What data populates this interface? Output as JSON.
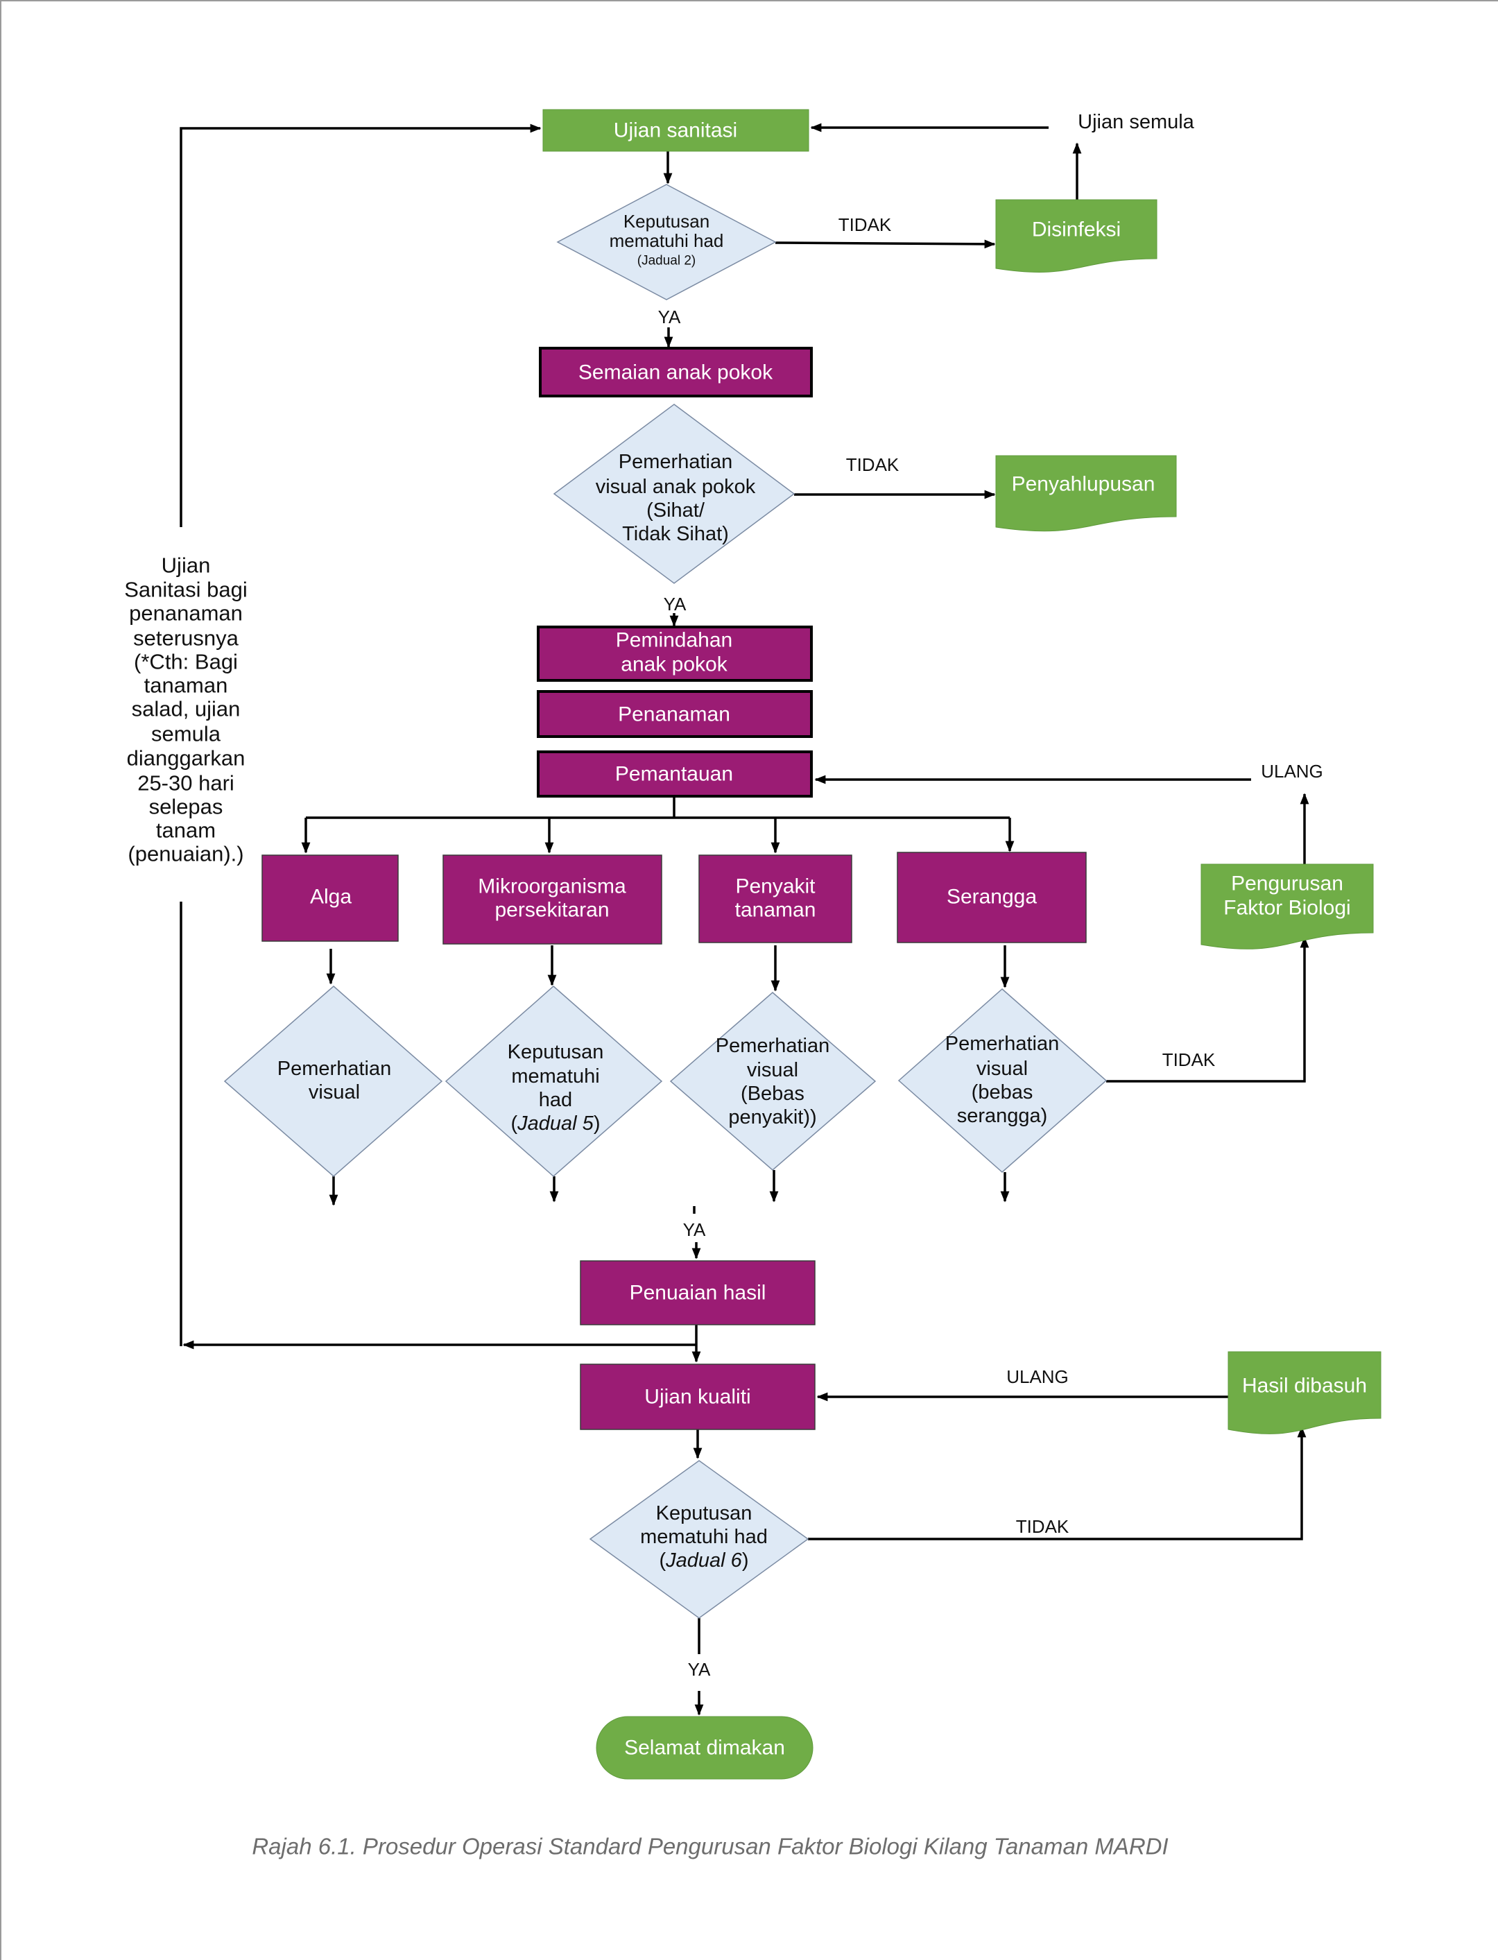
{
  "colors": {
    "green": "#70ad47",
    "purple": "#9b1c74",
    "diamond_fill": "#dee9f5",
    "diamond_stroke": "#7b8ba3",
    "line": "#000000",
    "caption": "#6d6d6d"
  },
  "nodes": {
    "ujian_sanitasi": {
      "label": "Ujian sanitasi"
    },
    "keputusan_jadual2": {
      "lines": [
        "Keputusan",
        "mematuhi had"
      ],
      "note": "(Jadual 2)"
    },
    "disinfeksi": {
      "label": "Disinfeksi"
    },
    "ujian_semula": {
      "label": "Ujian semula"
    },
    "semaian": {
      "label": "Semaian anak pokok"
    },
    "pemerhatian_anak_pokok": {
      "lines": [
        "Pemerhatian",
        "visual anak pokok",
        "(Sihat/",
        "Tidak Sihat)"
      ]
    },
    "penyahlupusan": {
      "label": "Penyahlupusan"
    },
    "pemindahan": {
      "lines": [
        "Pemindahan",
        "anak pokok"
      ]
    },
    "penanaman": {
      "label": "Penanaman"
    },
    "pemantauan": {
      "label": "Pemantauan"
    },
    "alga": {
      "label": "Alga"
    },
    "mikroorganisma": {
      "lines": [
        "Mikroorganisma",
        "persekitaran"
      ]
    },
    "penyakit": {
      "lines": [
        "Penyakit",
        "tanaman"
      ]
    },
    "serangga": {
      "label": "Serangga"
    },
    "pengurusan_faktor_biologi": {
      "lines": [
        "Pengurusan",
        "Faktor Biologi"
      ]
    },
    "pemerhatian_visual": {
      "lines": [
        "Pemerhatian",
        "visual"
      ]
    },
    "keputusan_jadual5": {
      "lines": [
        "Keputusan",
        "mematuhi",
        "had"
      ],
      "table": {
        "open": "(",
        "name": "Jadual 5",
        "close": ")"
      }
    },
    "pemerhatian_penyakit": {
      "lines": [
        "Pemerhatian",
        "visual",
        "(Bebas",
        "penyakit))"
      ]
    },
    "pemerhatian_serangga": {
      "lines": [
        "Pemerhatian",
        "visual",
        "(bebas",
        "serangga)"
      ]
    },
    "penuaian_hasil": {
      "label": "Penuaian hasil"
    },
    "ujian_kualiti": {
      "label": "Ujian kualiti"
    },
    "hasil_dibasuh": {
      "label": "Hasil dibasuh"
    },
    "keputusan_jadual6": {
      "lines": [
        "Keputusan",
        "mematuhi had"
      ],
      "table": {
        "open": "(",
        "name": "Jadual 6",
        "close": ")"
      }
    },
    "selamat_dimakan": {
      "label": "Selamat dimakan"
    }
  },
  "edge_labels": {
    "tidak_1": "TIDAK",
    "ya_1": "YA",
    "tidak_2": "TIDAK",
    "ya_2": "YA",
    "ulang_1": "ULANG",
    "tidak_3": "TIDAK",
    "ya_3": "YA",
    "ulang_2": "ULANG",
    "tidak_4": "TIDAK",
    "ya_4": "YA"
  },
  "side_note": {
    "lines": [
      "Ujian",
      "Sanitasi bagi",
      "penanaman",
      "seterusnya",
      "(*Cth: Bagi",
      "tanaman",
      "salad, ujian",
      "semula",
      "dianggarkan",
      "25-30 hari",
      "selepas",
      "tanam",
      "(penuaian).)"
    ]
  },
  "caption": "Rajah 6.1. Prosedur Operasi Standard Pengurusan Faktor Biologi Kilang Tanaman MARDI"
}
